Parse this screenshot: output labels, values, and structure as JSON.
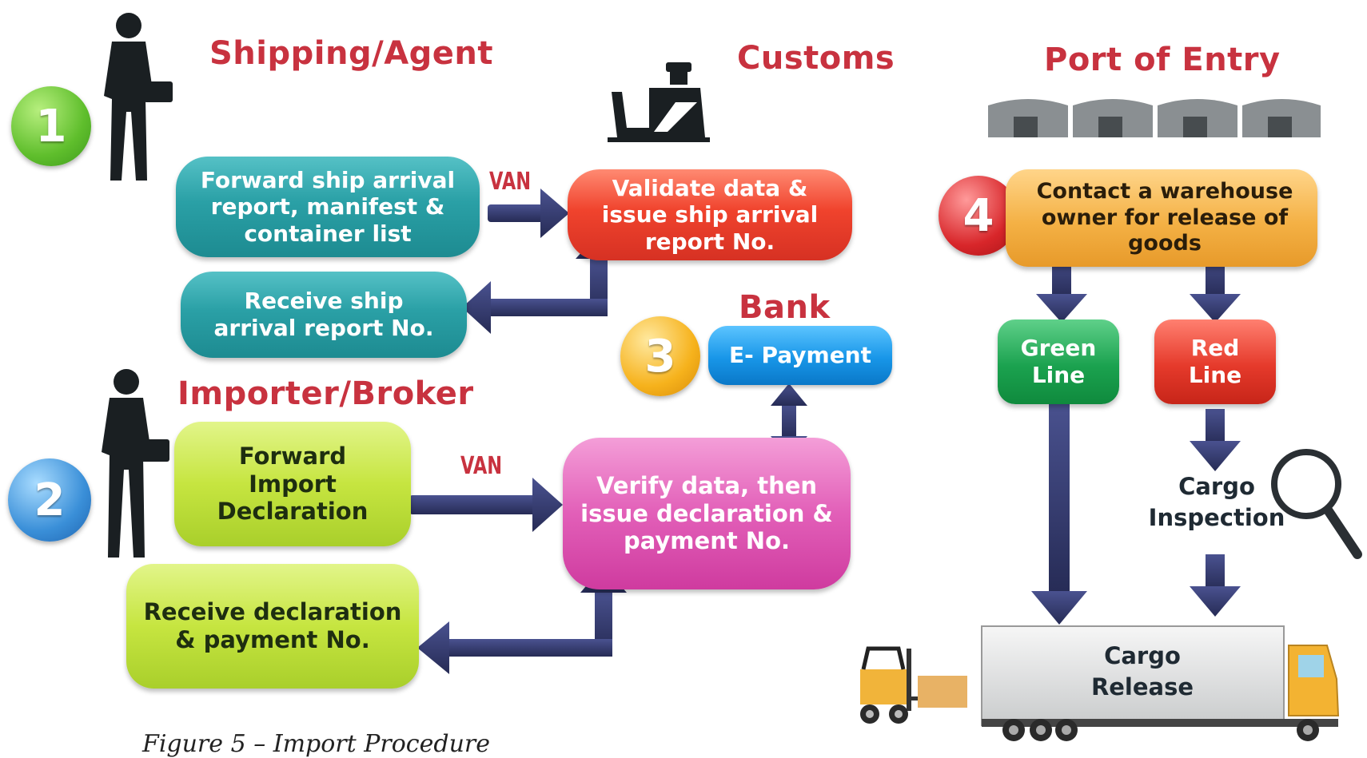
{
  "headings": {
    "shipping_agent": "Shipping/Agent",
    "customs": "Customs",
    "port_of_entry": "Port of Entry",
    "bank": "Bank",
    "importer_broker": "Importer/Broker"
  },
  "steps": {
    "one": "1",
    "two": "2",
    "three": "3",
    "four": "4"
  },
  "van_labels": {
    "top": "VAN",
    "bottom": "VAN"
  },
  "boxes": {
    "forward_ship_arrival": "Forward ship arrival report, manifest & container list",
    "receive_ship_arrival": "Receive ship arrival report No.",
    "validate_data": "Validate data & issue ship arrival report No.",
    "e_payment": "E- Payment",
    "forward_import": "Forward Import Declaration",
    "receive_declaration": "Receive declaration & payment No.",
    "verify_data": "Verify data, then issue  declaration & payment No.",
    "contact_warehouse": "Contact a warehouse owner for release of goods",
    "green_line": "Green Line",
    "red_line": "Red Line",
    "cargo_inspection": "Cargo Inspection",
    "cargo_release": "Cargo Release"
  },
  "caption": "Figure 5 – Import Procedure",
  "icons": [
    "businessman-icon",
    "customs-officer-icon",
    "warehouse-icon",
    "magnifier-icon",
    "forklift-icon",
    "truck-icon"
  ],
  "colors": {
    "heading": "#c8323f",
    "arrow": "#2e3462",
    "teal": "#2aa0a6",
    "red": "#e53a2b",
    "lime": "#c6e540",
    "pink": "#e25fb8",
    "blue": "#1896e8",
    "orange": "#f4b145",
    "green": "#1ba24f"
  }
}
